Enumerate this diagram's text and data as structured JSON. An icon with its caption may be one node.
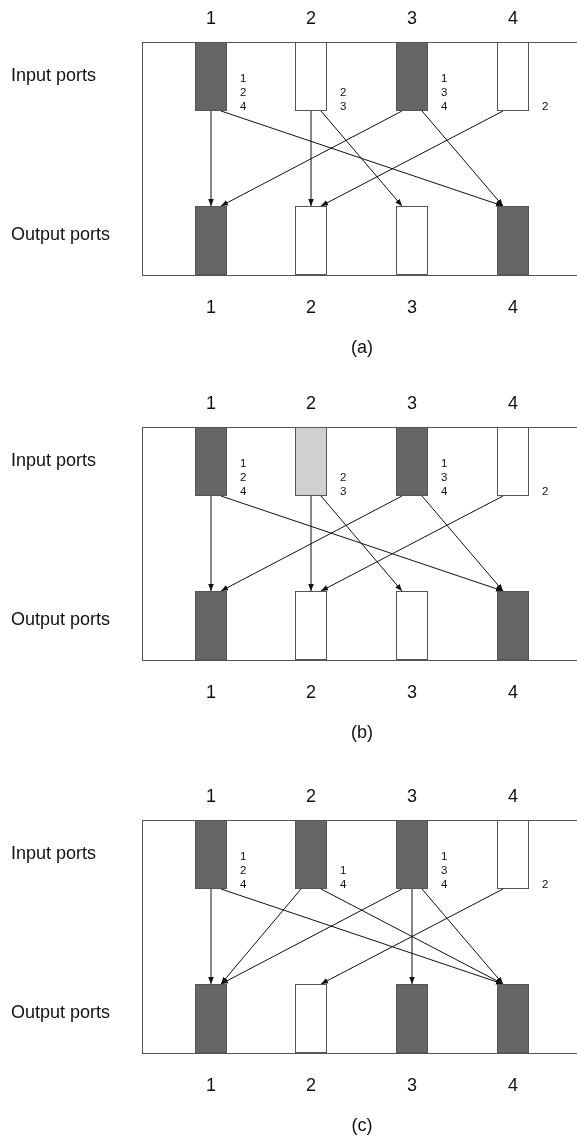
{
  "diagram": {
    "nodes": [
      {
        "text": [],
        "shape": "bar",
        "beside": [
          "1 2 4"
        ]
      },
      {
        "text": [],
        "shape": "bar",
        "beside": [
          "2 3"
        ]
      },
      {
        "text": [],
        "shape": "bar",
        "beside": [
          "1 3 4"
        ]
      },
      {
        "text": [],
        "shape": "bar",
        "beside": [
          "2"
        ]
      },
      {
        "text": [],
        "shape": "bar"
      },
      {
        "text": [],
        "shape": "bar"
      },
      {
        "text": [],
        "shape": "bar"
      },
      {
        "text": [],
        "shape": "bar"
      },
      {
        "text": [],
        "shape": "bar",
        "beside": [
          "1 2 4"
        ]
      },
      {
        "text": [],
        "shape": "bar",
        "beside": [
          "2 3"
        ]
      },
      {
        "text": [],
        "shape": "bar",
        "beside": [
          "1 3 4"
        ]
      },
      {
        "text": [],
        "shape": "bar",
        "beside": [
          "2"
        ]
      },
      {
        "text": [],
        "shape": "bar"
      },
      {
        "text": [],
        "shape": "bar"
      },
      {
        "text": [],
        "shape": "bar"
      },
      {
        "text": [],
        "shape": "bar"
      },
      {
        "text": [],
        "shape": "bar",
        "beside": [
          "1 2 4"
        ]
      },
      {
        "text": [],
        "shape": "bar",
        "beside": [
          "1 4"
        ]
      },
      {
        "text": [],
        "shape": "bar",
        "beside": [
          "1 3 4"
        ]
      },
      {
        "text": [],
        "shape": "bar",
        "beside": [
          "2"
        ]
      },
      {
        "text": [],
        "shape": "bar"
      },
      {
        "text": [],
        "shape": "bar"
      },
      {
        "text": [],
        "shape": "bar"
      },
      {
        "text": [],
        "shape": "bar"
      }
    ],
    "edges": [
      {
        "from": 0,
        "to": 4,
        "arrow": "to"
      },
      {
        "from": 0,
        "to": 7,
        "arrow": "to"
      },
      {
        "from": 1,
        "to": 5,
        "arrow": "to"
      },
      {
        "from": 1,
        "to": 6,
        "arrow": "to"
      },
      {
        "from": 2,
        "to": 4,
        "arrow": "to"
      },
      {
        "from": 2,
        "to": 7,
        "arrow": "to"
      },
      {
        "from": 3,
        "to": 5,
        "arrow": "to"
      },
      {
        "from": 8,
        "to": 12,
        "arrow": "to"
      },
      {
        "from": 8,
        "to": 15,
        "arrow": "to"
      },
      {
        "from": 9,
        "to": 13,
        "arrow": "to"
      },
      {
        "from": 9,
        "to": 14,
        "arrow": "to"
      },
      {
        "from": 10,
        "to": 12,
        "arrow": "to"
      },
      {
        "from": 10,
        "to": 15,
        "arrow": "to"
      },
      {
        "from": 11,
        "to": 13,
        "arrow": "to"
      },
      {
        "from": 16,
        "to": 20,
        "arrow": "to"
      },
      {
        "from": 16,
        "to": 23,
        "arrow": "to"
      },
      {
        "from": 17,
        "to": 20,
        "arrow": "to"
      },
      {
        "from": 17,
        "to": 23,
        "arrow": "to"
      },
      {
        "from": 18,
        "to": 20,
        "arrow": "to"
      },
      {
        "from": 18,
        "to": 22,
        "arrow": "to"
      },
      {
        "from": 18,
        "to": 23,
        "arrow": "to"
      },
      {
        "from": 19,
        "to": 21,
        "arrow": "to"
      }
    ],
    "labels": [
      "1",
      "2",
      "3",
      "4",
      "Input ports",
      "Output ports",
      "1",
      "2",
      "3",
      "4",
      "(a)",
      "1",
      "2",
      "3",
      "4",
      "Input ports",
      "Output ports",
      "1",
      "2",
      "3",
      "4",
      "(b)",
      "1",
      "2",
      "3",
      "4",
      "Input ports",
      "Output ports",
      "1",
      "2",
      "3",
      "4",
      "(c)"
    ]
  }
}
